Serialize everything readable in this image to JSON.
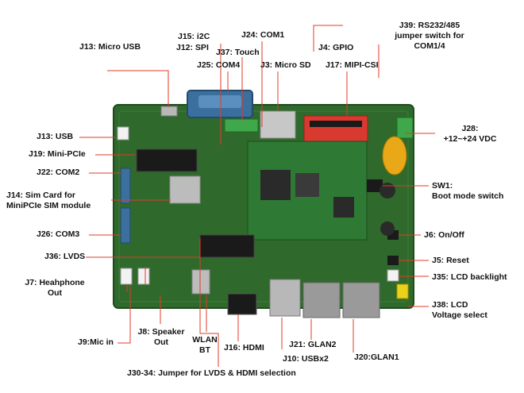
{
  "labels": {
    "j13_micro_usb": "J13: Micro USB",
    "j15_i2c": "J15: i2C",
    "j12_spi": "J12: SPI",
    "j24_com1": "J24: COM1",
    "j37_touch": "J37: Touch",
    "j25_com4": "J25: COM4",
    "j3_micro_sd": "J3: Micro SD",
    "j4_gpio": "J4: GPIO",
    "j17_mipi_csi": "J17: MIPI-CSI",
    "j39_line1": "J39: RS232/485",
    "j39_line2": "jumper switch for",
    "j39_line3": "COM1/4",
    "j13_usb": "J13: USB",
    "j19_minipcie": "J19: Mini-PCIe",
    "j22_com2": "J22: COM2",
    "j14_line1": "J14: Sim Card for",
    "j14_line2": "MiniPCIe SIM module",
    "j26_com3": "J26: COM3",
    "j36_lvds": "J36: LVDS",
    "j7_line1": "J7: Heahphone",
    "j7_line2": "Out",
    "j9_mic": "J9:Mic in",
    "j8_line1": "J8: Speaker",
    "j8_line2": "Out",
    "wlan_line1": "WLAN",
    "wlan_line2": "BT",
    "j16_hdmi": "J16: HDMI",
    "j21_glan2": "J21: GLAN2",
    "j10_usbx2": "J10: USBx2",
    "j20_glan1": "J20:GLAN1",
    "j30_34": "J30-34: Jumper for LVDS & HDMI selection",
    "j28_line1": "J28:",
    "j28_line2": "+12~+24 VDC",
    "sw1_line1": "SW1:",
    "sw1_line2": "Boot mode switch",
    "j6_onoff": "J6: On/Off",
    "j5_reset": "J5: Reset",
    "j35_lcd_backlight": "J35: LCD backlight",
    "j38_line1": "J38: LCD",
    "j38_line2": "Voltage select"
  },
  "colors": {
    "pcb": "#2f6a2c",
    "leader": "#e23b2a",
    "com_port": "#3a6f9e",
    "gpio_header": "#d93a30",
    "power_cap": "#e8a817",
    "terminal": "#3ea84a"
  }
}
